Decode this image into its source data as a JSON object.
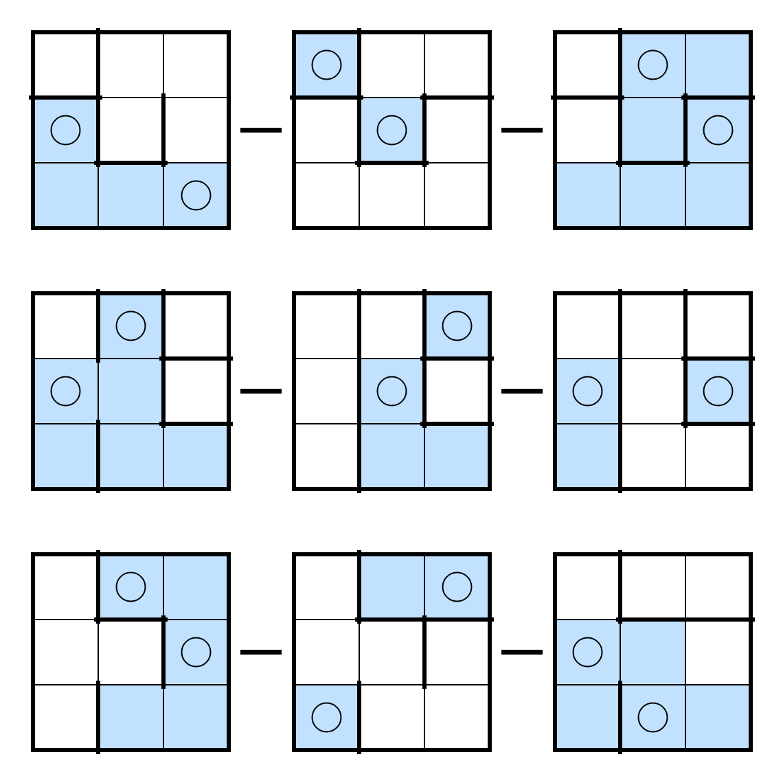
{
  "colors": {
    "shade": "#c2e1fe",
    "line": "#000000",
    "background": "#ffffff"
  },
  "rows": [
    {
      "grids": [
        {
          "shaded": [
            [
              1,
              0
            ],
            [
              2,
              0
            ],
            [
              2,
              1
            ],
            [
              2,
              2
            ]
          ],
          "circles": [
            [
              1,
              0
            ],
            [
              2,
              2
            ]
          ],
          "hwalls": [
            [
              1,
              0
            ],
            [
              2,
              1
            ]
          ],
          "vwalls": [
            [
              0,
              1
            ],
            [
              1,
              1
            ],
            [
              1,
              2
            ]
          ]
        },
        {
          "shaded": [
            [
              0,
              0
            ],
            [
              1,
              1
            ]
          ],
          "circles": [
            [
              0,
              0
            ],
            [
              1,
              1
            ]
          ],
          "hwalls": [
            [
              1,
              0
            ],
            [
              1,
              2
            ],
            [
              2,
              1
            ]
          ],
          "vwalls": [
            [
              0,
              1
            ],
            [
              1,
              1
            ],
            [
              1,
              2
            ]
          ]
        },
        {
          "shaded": [
            [
              0,
              1
            ],
            [
              0,
              2
            ],
            [
              1,
              1
            ],
            [
              1,
              2
            ],
            [
              2,
              0
            ],
            [
              2,
              1
            ],
            [
              2,
              2
            ]
          ],
          "circles": [
            [
              0,
              1
            ],
            [
              1,
              2
            ]
          ],
          "hwalls": [
            [
              1,
              0
            ],
            [
              1,
              2
            ],
            [
              2,
              1
            ]
          ],
          "vwalls": [
            [
              0,
              1
            ],
            [
              1,
              1
            ],
            [
              1,
              2
            ]
          ]
        }
      ]
    },
    {
      "grids": [
        {
          "shaded": [
            [
              0,
              1
            ],
            [
              1,
              0
            ],
            [
              1,
              1
            ],
            [
              2,
              0
            ],
            [
              2,
              1
            ],
            [
              2,
              2
            ]
          ],
          "circles": [
            [
              0,
              1
            ],
            [
              1,
              0
            ]
          ],
          "hwalls": [
            [
              1,
              2
            ],
            [
              2,
              2
            ]
          ],
          "vwalls": [
            [
              0,
              1
            ],
            [
              0,
              2
            ],
            [
              1,
              2
            ],
            [
              2,
              1
            ]
          ]
        },
        {
          "shaded": [
            [
              0,
              2
            ],
            [
              1,
              1
            ],
            [
              2,
              1
            ],
            [
              2,
              2
            ]
          ],
          "circles": [
            [
              0,
              2
            ],
            [
              1,
              1
            ]
          ],
          "hwalls": [
            [
              1,
              2
            ],
            [
              2,
              2
            ]
          ],
          "vwalls": [
            [
              0,
              1
            ],
            [
              0,
              2
            ],
            [
              1,
              1
            ],
            [
              1,
              2
            ],
            [
              2,
              1
            ]
          ]
        },
        {
          "shaded": [
            [
              1,
              0
            ],
            [
              1,
              2
            ],
            [
              2,
              0
            ]
          ],
          "circles": [
            [
              1,
              0
            ],
            [
              1,
              2
            ]
          ],
          "hwalls": [
            [
              1,
              2
            ],
            [
              2,
              2
            ]
          ],
          "vwalls": [
            [
              0,
              1
            ],
            [
              0,
              2
            ],
            [
              1,
              1
            ],
            [
              1,
              2
            ],
            [
              2,
              1
            ]
          ]
        }
      ]
    },
    {
      "grids": [
        {
          "shaded": [
            [
              0,
              1
            ],
            [
              0,
              2
            ],
            [
              1,
              2
            ],
            [
              2,
              1
            ],
            [
              2,
              2
            ]
          ],
          "circles": [
            [
              0,
              1
            ],
            [
              1,
              2
            ]
          ],
          "hwalls": [
            [
              1,
              1
            ]
          ],
          "vwalls": [
            [
              0,
              1
            ],
            [
              1,
              2
            ],
            [
              2,
              1
            ]
          ]
        },
        {
          "shaded": [
            [
              0,
              1
            ],
            [
              0,
              2
            ],
            [
              2,
              0
            ]
          ],
          "circles": [
            [
              0,
              2
            ],
            [
              2,
              0
            ]
          ],
          "hwalls": [
            [
              1,
              1
            ],
            [
              1,
              2
            ]
          ],
          "vwalls": [
            [
              0,
              1
            ],
            [
              1,
              2
            ],
            [
              2,
              1
            ]
          ]
        },
        {
          "shaded": [
            [
              1,
              0
            ],
            [
              1,
              1
            ],
            [
              2,
              0
            ],
            [
              2,
              1
            ],
            [
              2,
              2
            ]
          ],
          "circles": [
            [
              1,
              0
            ],
            [
              2,
              1
            ]
          ],
          "hwalls": [
            [
              1,
              1
            ],
            [
              1,
              2
            ]
          ],
          "vwalls": [
            [
              0,
              1
            ],
            [
              2,
              1
            ]
          ]
        }
      ]
    }
  ]
}
